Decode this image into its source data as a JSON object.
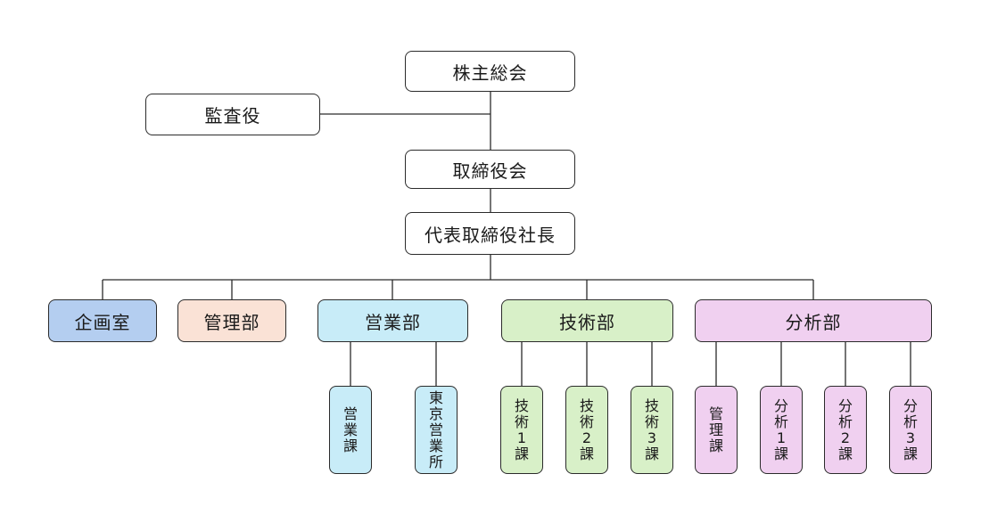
{
  "top": {
    "shareholders": "株主総会",
    "auditor": "監査役",
    "board": "取締役会",
    "president": "代表取締役社長"
  },
  "departments": {
    "planning": "企画室",
    "admin": "管理部",
    "sales": "営業部",
    "tech": "技術部",
    "analysis": "分析部"
  },
  "sections": {
    "sales_sec": "営業課",
    "tokyo_office": "東京営業所",
    "tech1": "技術1課",
    "tech2": "技術2課",
    "tech3": "技術3課",
    "admin_sec": "管理課",
    "analysis1": "分析1課",
    "analysis2": "分析2課",
    "analysis3": "分析3課"
  },
  "colors": {
    "planning": "#b4cef0",
    "admin": "#fae2d6",
    "sales": "#c8ecf8",
    "tech": "#d8f0c8",
    "analysis": "#f0d0f0",
    "line": "#2b2b2b"
  }
}
